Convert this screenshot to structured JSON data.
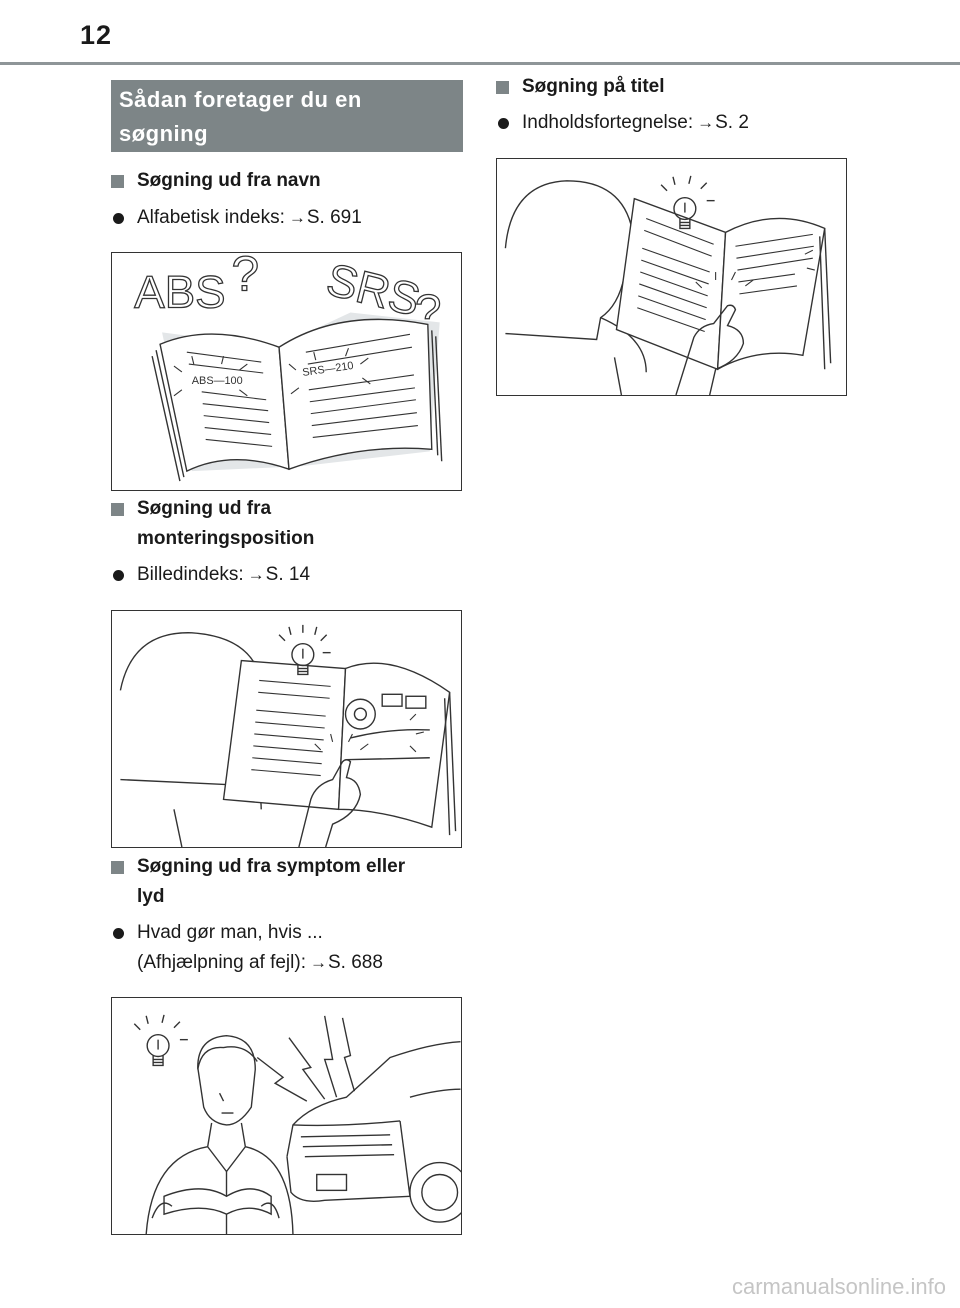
{
  "page_number": "12",
  "section_title": [
    "Sådan foretager du en",
    "søgning"
  ],
  "left_column": {
    "heading_1": "Søgning ud fra navn",
    "bullet_1": {
      "label": "Alfabetisk indeks:",
      "arrow": "→",
      "ref": "S. 691"
    },
    "figure_1": {
      "big_abs": "ABS",
      "big_srs": "SRS",
      "qmark": "?",
      "small_abs": "ABS—100",
      "small_srs": "SRS—210"
    },
    "heading_2": [
      "Søgning ud fra",
      "monteringsposition"
    ],
    "bullet_2": {
      "label": "Billedindeks:",
      "arrow": "→",
      "ref": "S. 14"
    },
    "heading_3": [
      "Søgning ud fra symptom eller",
      "lyd"
    ],
    "bullet_3": {
      "line1": "Hvad gør man, hvis ...",
      "label": "(Afhjælpning af fejl):",
      "arrow": "→",
      "ref": "S. 688"
    }
  },
  "right_column": {
    "heading_4": "Søgning på titel",
    "bullet_4": {
      "label": "Indholdsfortegnelse:",
      "arrow": "→",
      "ref": "S. 2"
    }
  },
  "watermark": "carmanualsonline.info"
}
